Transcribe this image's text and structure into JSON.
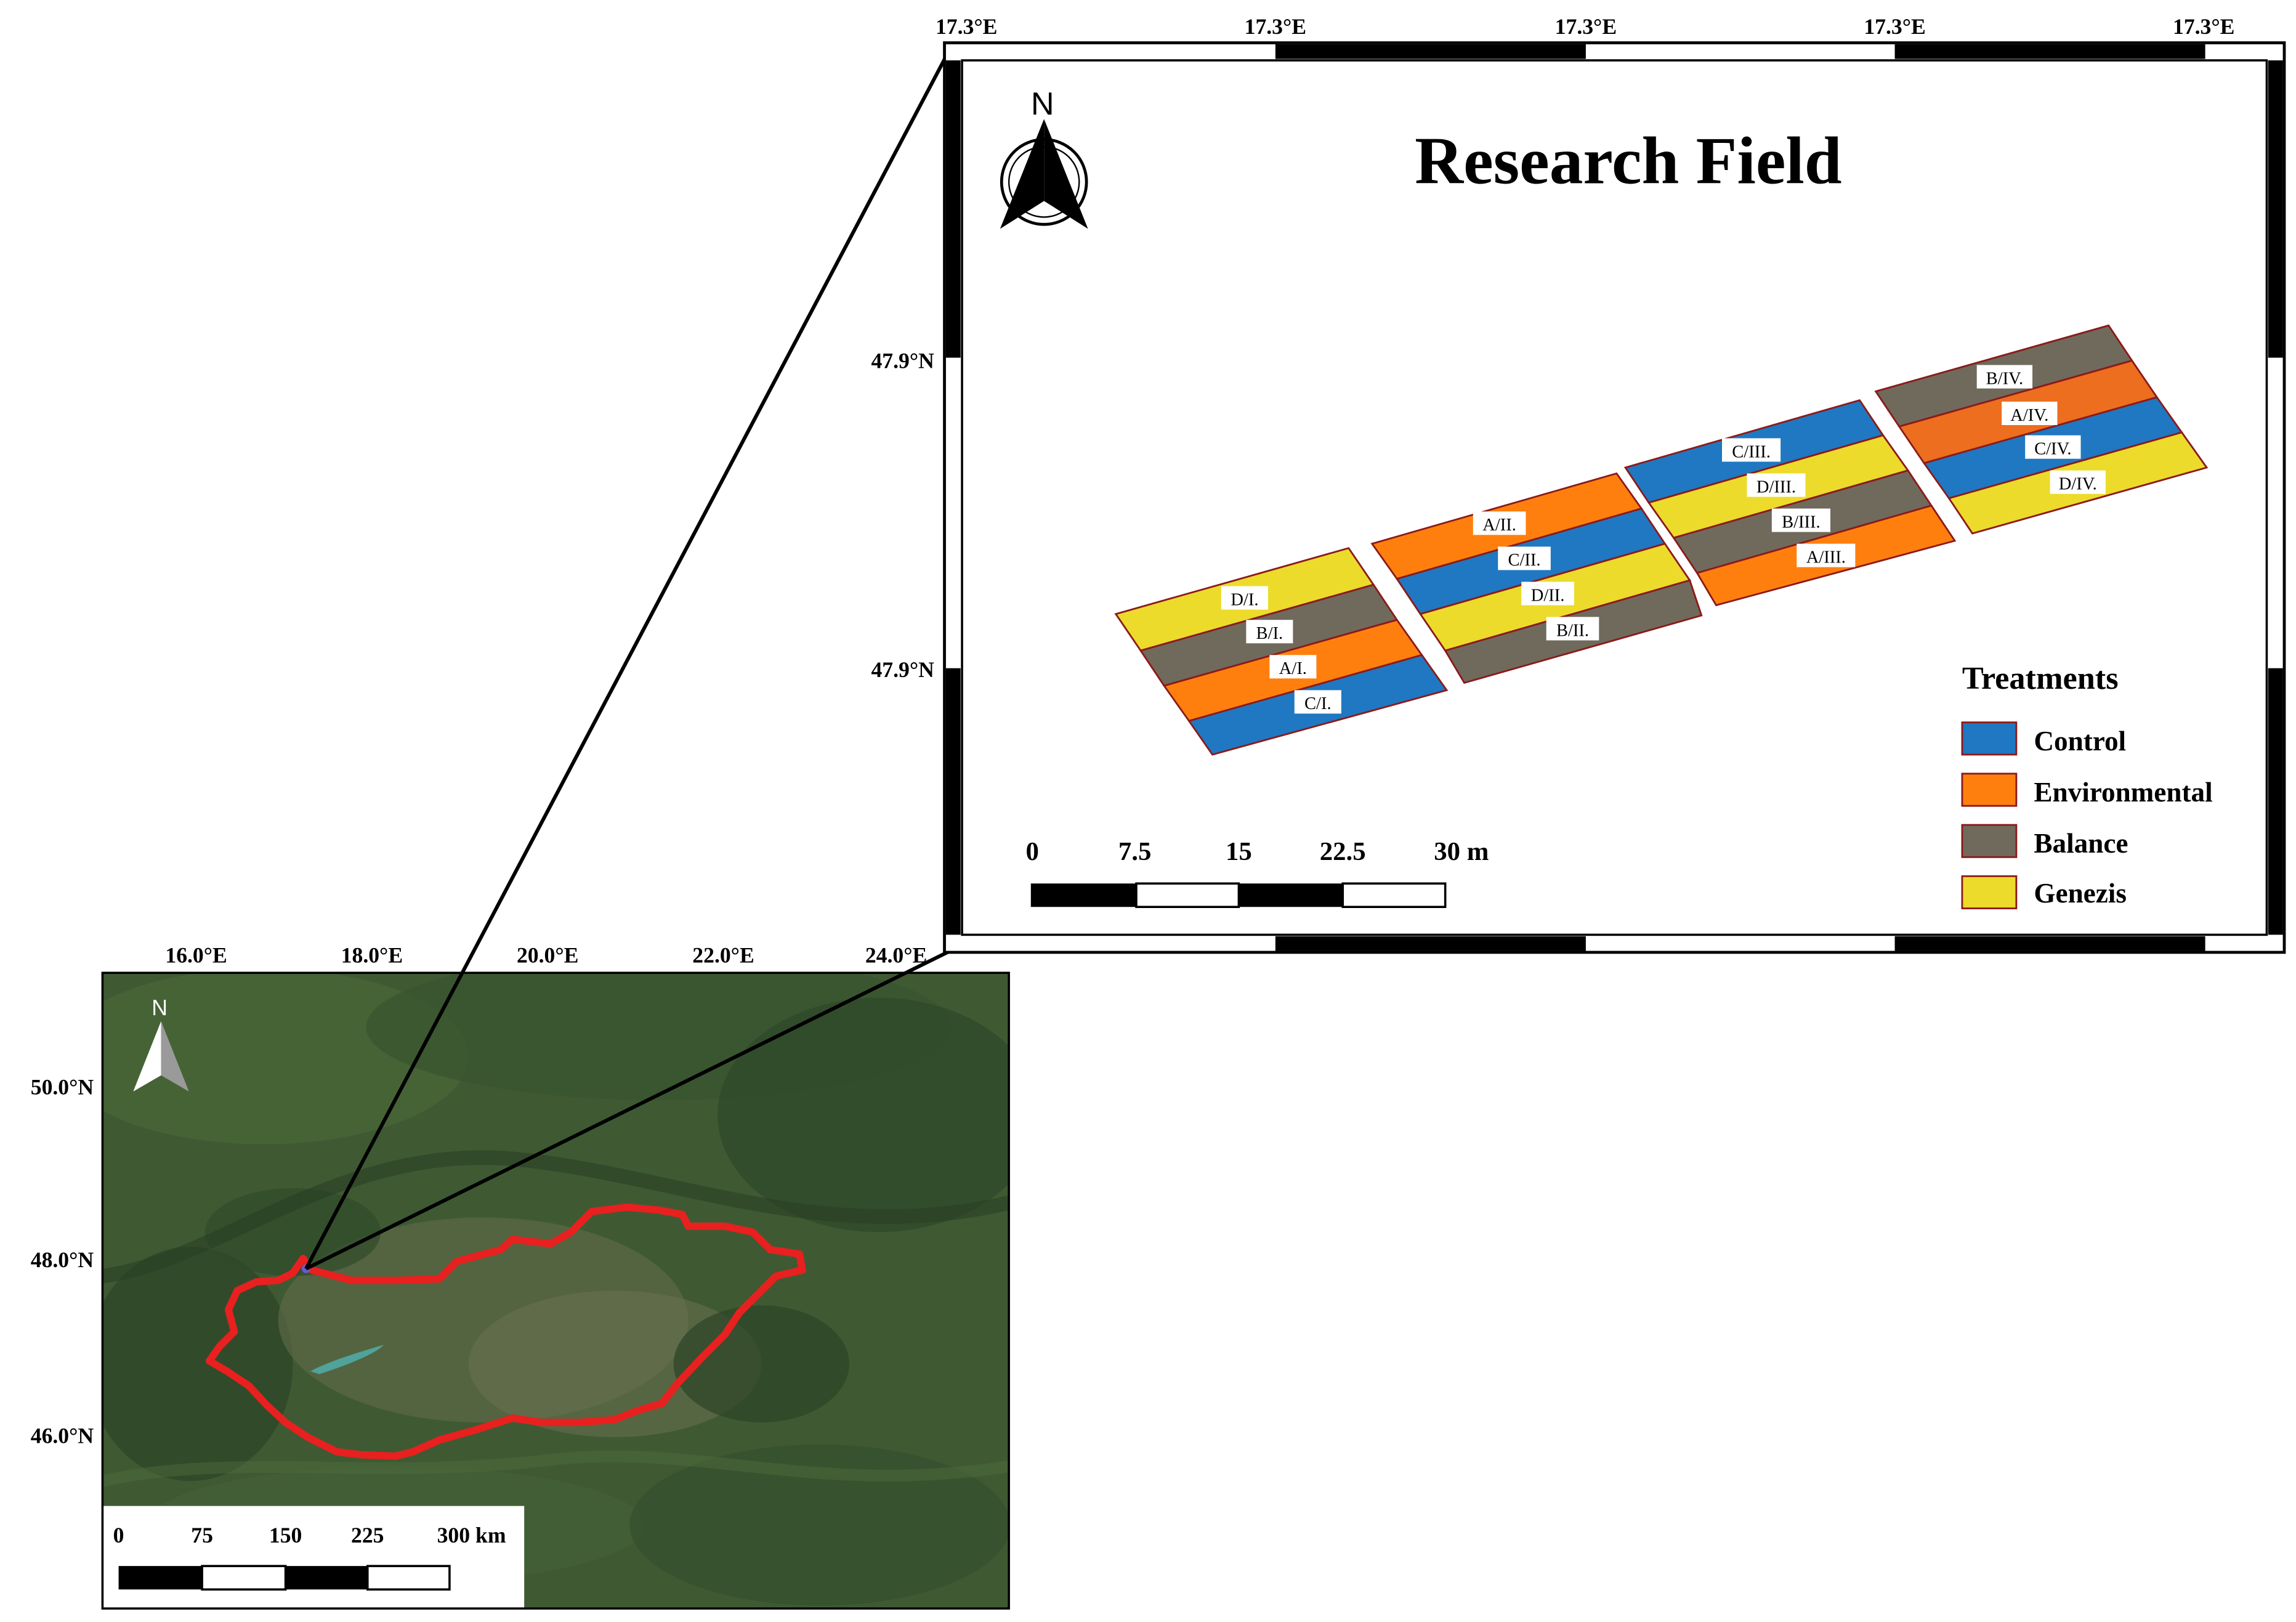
{
  "overview_map": {
    "x_ticks": [
      "16.0°E",
      "18.0°E",
      "20.0°E",
      "22.0°E",
      "24.0°E"
    ],
    "y_ticks": [
      "50.0°N",
      "48.0°N",
      "46.0°N"
    ],
    "north_label": "N",
    "scale_labels": [
      "0",
      "75",
      "150",
      "225",
      "300 km"
    ]
  },
  "inset_map": {
    "title": "Research Field",
    "x_ticks": [
      "17.3°E",
      "17.3°E",
      "17.3°E",
      "17.3°E",
      "17.3°E"
    ],
    "y_ticks": [
      "47.9°N",
      "47.9°N"
    ],
    "north_label": "N",
    "scale_labels": [
      "0",
      "7.5",
      "15",
      "22.5",
      "30 m"
    ],
    "plot_labels": [
      "D/I.",
      "B/I.",
      "A/I.",
      "C/I.",
      "A/II.",
      "C/II.",
      "D/II.",
      "B/II.",
      "C/III.",
      "D/III.",
      "B/III.",
      "A/III.",
      "B/IV.",
      "A/IV.",
      "C/IV.",
      "D/IV."
    ]
  },
  "legend": {
    "title": "Treatments",
    "items": [
      {
        "label": "Control",
        "color": "#1f78c1"
      },
      {
        "label": "Environmental",
        "color": "#ff7f0e"
      },
      {
        "label": "Balance",
        "color": "#6f6a5c"
      },
      {
        "label": "Genezis",
        "color": "#ecdb2b"
      }
    ]
  },
  "colors": {
    "boundary": "#e8201f",
    "plot_outline": "#8b1a1a",
    "satellite_base": "#3f5a33"
  }
}
